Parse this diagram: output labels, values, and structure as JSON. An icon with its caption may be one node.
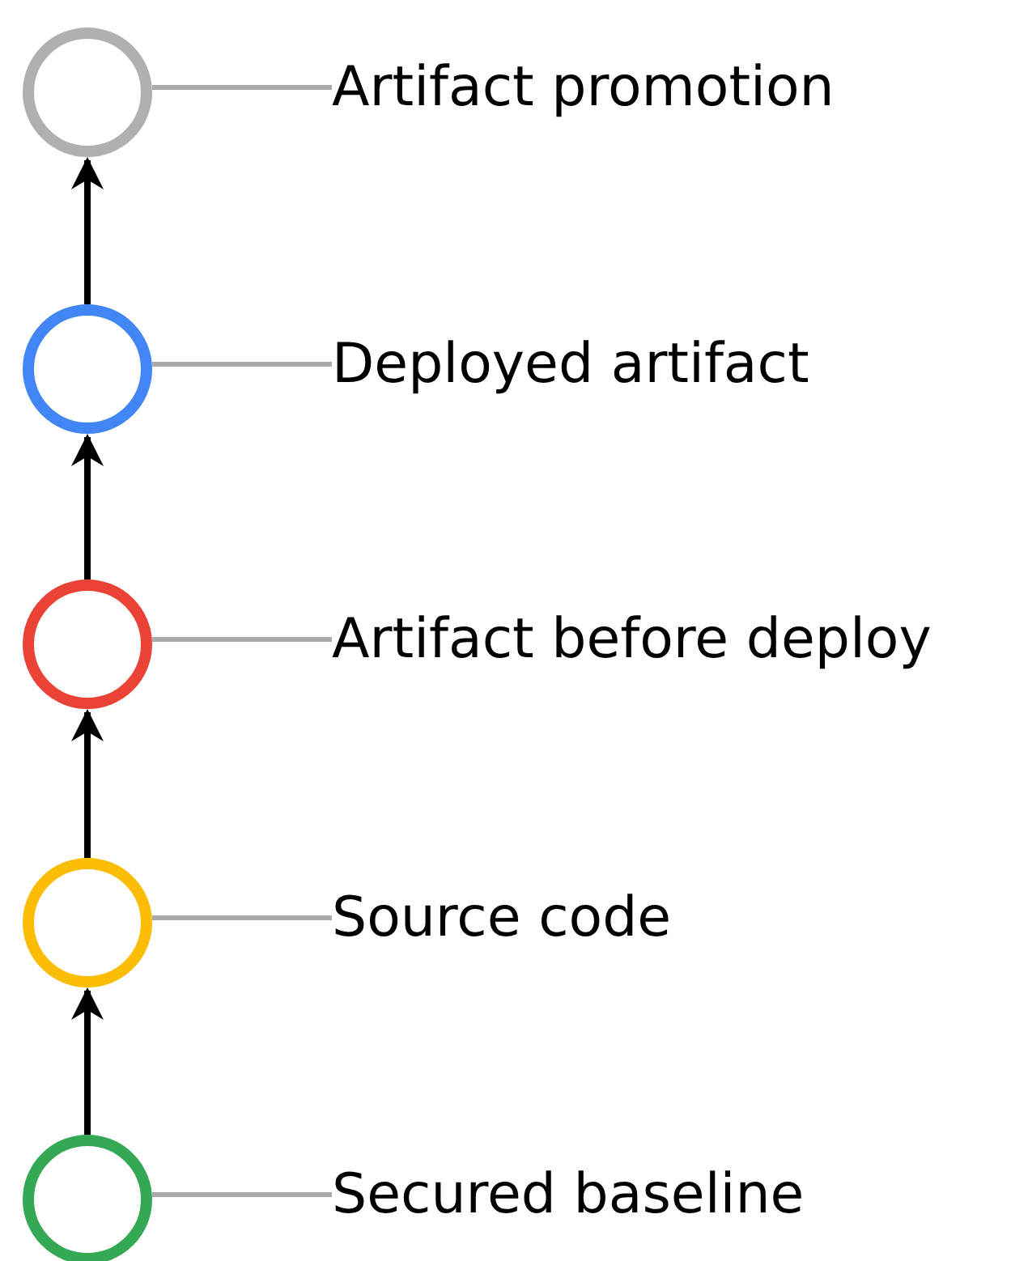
{
  "diagram": {
    "nodes": [
      {
        "text": [],
        "shape": "circle"
      },
      {
        "text": [
          "Artifact promotion"
        ]
      },
      {
        "text": [],
        "shape": "circle"
      },
      {
        "text": [
          "Deployed artifact"
        ]
      },
      {
        "text": [],
        "shape": "circle"
      },
      {
        "text": [
          "Artifact before deploy"
        ]
      },
      {
        "text": [],
        "shape": "circle"
      },
      {
        "text": [
          "Source code"
        ]
      },
      {
        "text": [],
        "shape": "circle"
      },
      {
        "text": [
          "Secured baseline"
        ]
      }
    ],
    "edges": [
      {
        "from": 8,
        "to": 6,
        "arrow": "to",
        "color": "#000000"
      },
      {
        "from": 6,
        "to": 4,
        "arrow": "to",
        "color": "#000000"
      },
      {
        "from": 4,
        "to": 2,
        "arrow": "to",
        "color": "#000000"
      },
      {
        "from": 2,
        "to": 0,
        "arrow": "to",
        "color": "#000000"
      },
      {
        "from": 1,
        "to": 0,
        "arrow": "none",
        "color": "#aaaaaa"
      },
      {
        "from": 3,
        "to": 2,
        "arrow": "none",
        "color": "#aaaaaa"
      },
      {
        "from": 5,
        "to": 4,
        "arrow": "none",
        "color": "#aaaaaa"
      },
      {
        "from": 7,
        "to": 6,
        "arrow": "none",
        "color": "#aaaaaa"
      },
      {
        "from": 9,
        "to": 8,
        "arrow": "none",
        "color": "#aaaaaa"
      }
    ]
  }
}
